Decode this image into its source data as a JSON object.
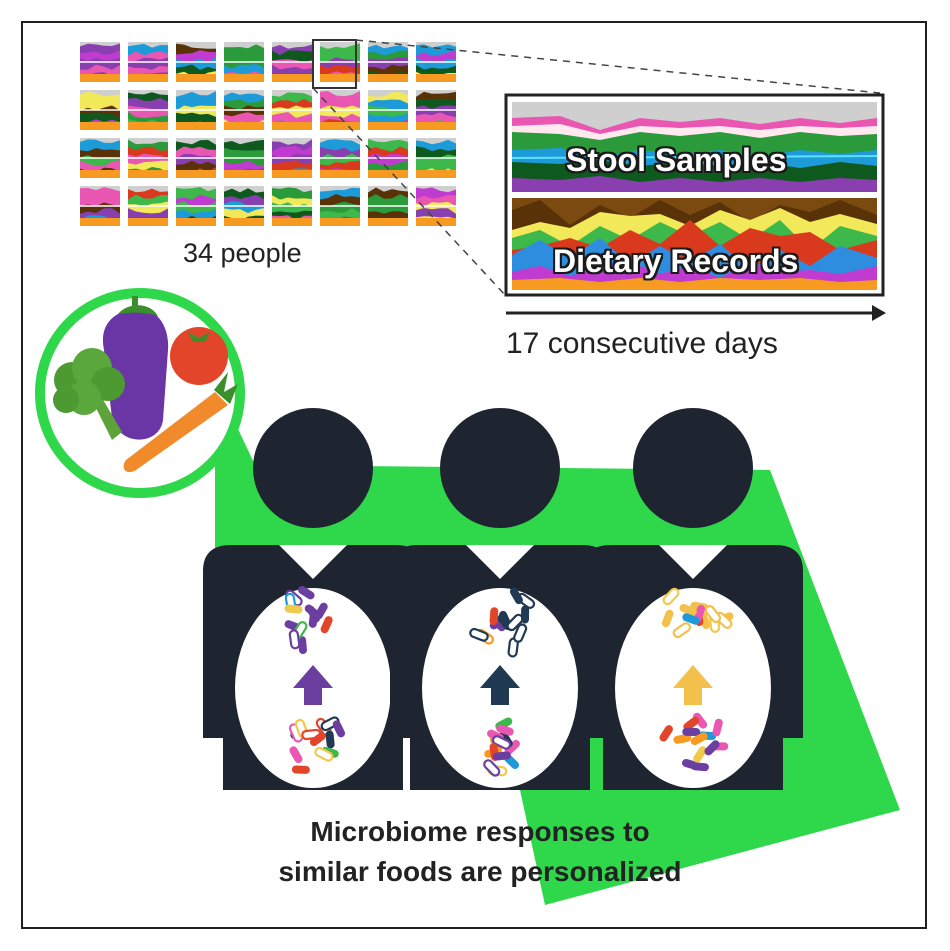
{
  "people_label": "34 people",
  "days_label": "17 consecutive days",
  "zoom": {
    "stool_label": "Stool Samples",
    "diet_label": "Dietary Records"
  },
  "caption": {
    "line1": "Microbiome responses to",
    "line2": "similar foods are personalized"
  },
  "colors": {
    "green": "#2ed84a",
    "person": "#1e2530",
    "purple": "#6a3fa0",
    "navy": "#1f3a52",
    "gold": "#f2c14b"
  },
  "persons": [
    {
      "name": "person-1",
      "arrow_color": "#6a3fa0"
    },
    {
      "name": "person-2",
      "arrow_color": "#1f3a52"
    },
    {
      "name": "person-3",
      "arrow_color": "#f2c14b"
    }
  ],
  "grid": {
    "columns": 8,
    "rows": 4
  }
}
